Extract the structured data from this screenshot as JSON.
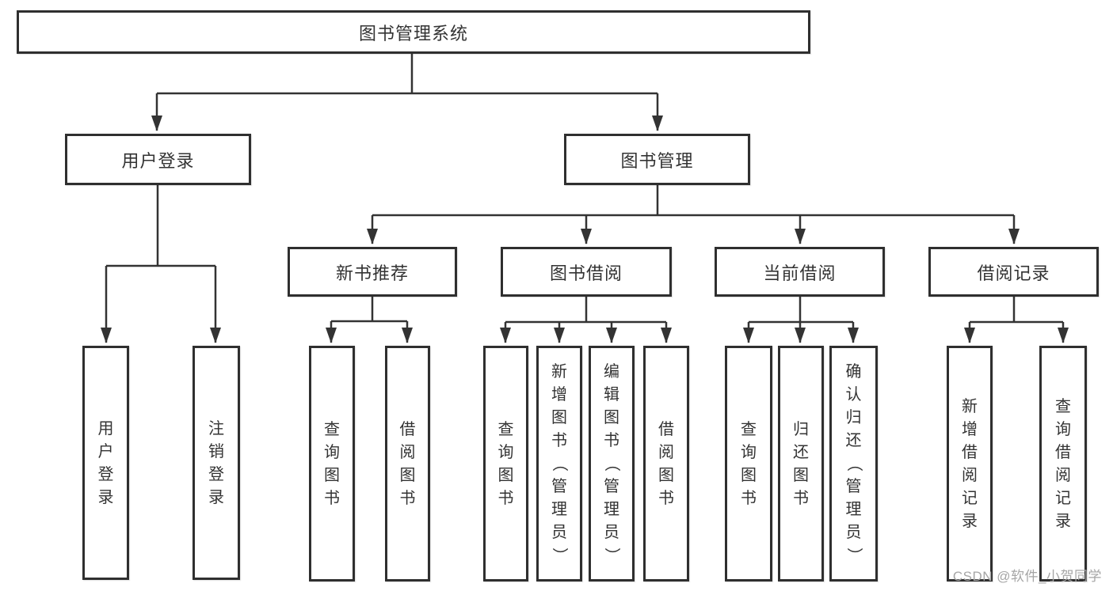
{
  "tree": {
    "root": {
      "label": "图书管理系统"
    },
    "branches": [
      {
        "label": "用户登录",
        "children": [
          {
            "label": "用户登录"
          },
          {
            "label": "注销登录"
          }
        ]
      },
      {
        "label": "图书管理",
        "children": [
          {
            "label": "新书推荐",
            "children": [
              {
                "label": "查询图书"
              },
              {
                "label": "借阅图书"
              }
            ]
          },
          {
            "label": "图书借阅",
            "children": [
              {
                "label": "查询图书"
              },
              {
                "label": "新增图书（管理员）"
              },
              {
                "label": "编辑图书（管理员）"
              },
              {
                "label": "借阅图书"
              }
            ]
          },
          {
            "label": "当前借阅",
            "children": [
              {
                "label": "查询图书"
              },
              {
                "label": "归还图书"
              },
              {
                "label": "确认归还（管理员）"
              }
            ]
          },
          {
            "label": "借阅记录",
            "children": [
              {
                "label": "新增借阅记录"
              },
              {
                "label": "查询借阅记录"
              }
            ]
          }
        ]
      }
    ]
  },
  "watermark": {
    "text": "CSDN @软件_小贺同学"
  },
  "colors": {
    "line": "#333333",
    "text": "#333333",
    "border": "#2f2f2f",
    "watermark": "#a6a6a6",
    "background": "#ffffff"
  }
}
